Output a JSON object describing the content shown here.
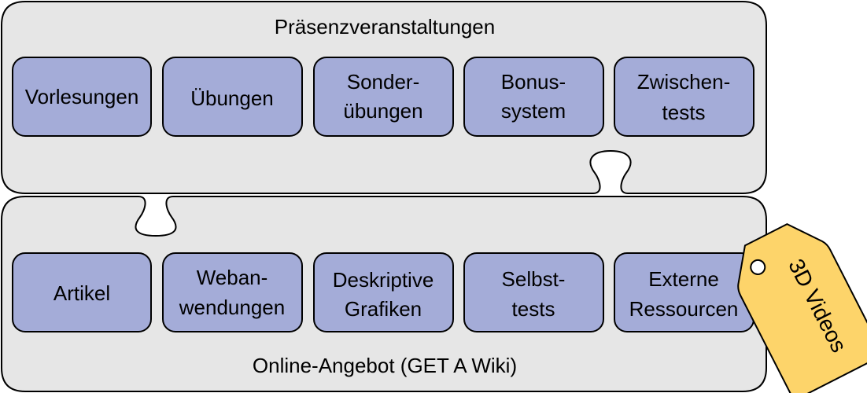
{
  "top_section": {
    "title": "Präsenzveranstaltungen",
    "boxes": [
      {
        "lines": [
          "Vorlesungen"
        ]
      },
      {
        "lines": [
          "Übungen"
        ]
      },
      {
        "lines": [
          "Sonder-",
          "übungen"
        ]
      },
      {
        "lines": [
          "Bonus-",
          "system"
        ]
      },
      {
        "lines": [
          "Zwischen-",
          "tests"
        ]
      }
    ]
  },
  "bottom_section": {
    "title": "Online-Angebot (GET A Wiki)",
    "boxes": [
      {
        "lines": [
          "Artikel"
        ]
      },
      {
        "lines": [
          "Weban-",
          "wendungen"
        ]
      },
      {
        "lines": [
          "Deskriptive",
          "Grafiken"
        ]
      },
      {
        "lines": [
          "Selbst-",
          "tests"
        ]
      },
      {
        "lines": [
          "Externe",
          "Ressourcen"
        ]
      }
    ]
  },
  "tag": {
    "label": "3D Videos"
  },
  "colors": {
    "piece_fill": "#e6e6e6",
    "box_fill": "#a4acd8",
    "tag_fill": "#fdd46a"
  }
}
